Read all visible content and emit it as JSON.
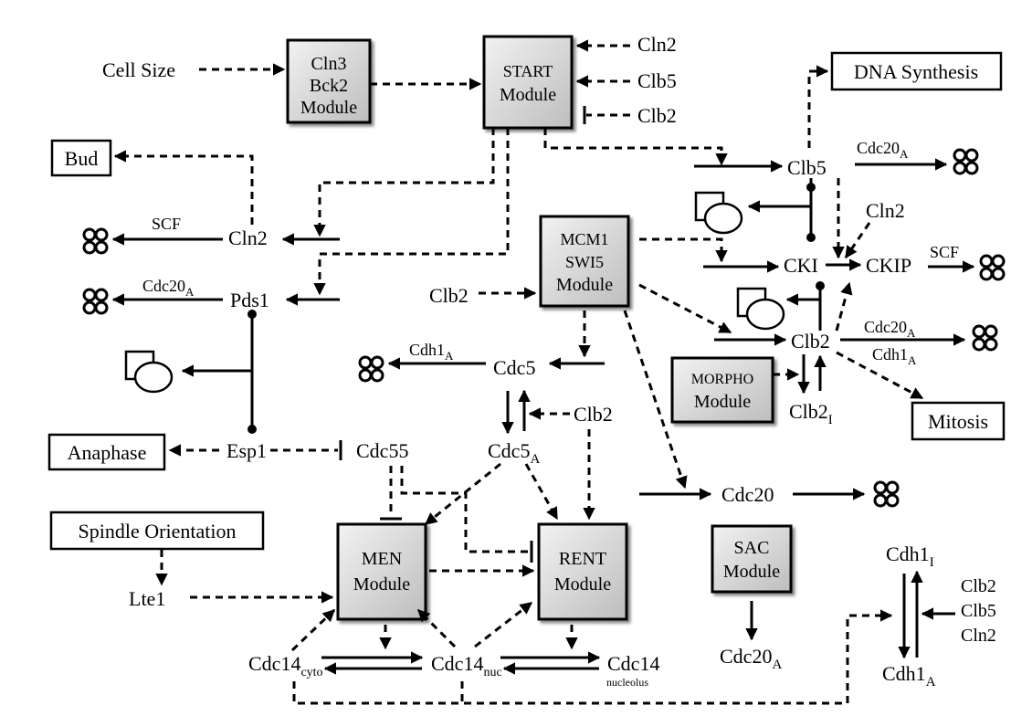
{
  "modules": {
    "cln3": [
      "Cln3",
      "Bck2",
      "Module"
    ],
    "start": [
      "START",
      "Module"
    ],
    "mcm1": [
      "MCM1",
      "SWI5",
      "Module"
    ],
    "morpho": [
      "MORPHO",
      "Module"
    ],
    "men": [
      "MEN",
      "Module"
    ],
    "rent": [
      "RENT",
      "Module"
    ],
    "sac": [
      "SAC",
      "Module"
    ]
  },
  "outputs": {
    "dna": "DNA Synthesis",
    "bud": "Bud",
    "anaphase": "Anaphase",
    "spindle": "Spindle Orientation",
    "mitosis": "Mitosis"
  },
  "species": {
    "cell_size": "Cell Size",
    "cln2_in": "Cln2",
    "clb5_in": "Clb5",
    "clb2_in": "Clb2",
    "clb5": "Clb5",
    "cln2": "Cln2",
    "pds1": "Pds1",
    "cln2_cki": "Cln2",
    "cki": "CKI",
    "ckip": "CKIP",
    "clb2_mcm": "Clb2",
    "clb2": "Clb2",
    "clb2i": "Clb2",
    "clb2i_sub": "I",
    "cdc5": "Cdc5",
    "clb2_cdc5": "Clb2",
    "cdc5a": "Cdc5",
    "cdc5a_sub": "A",
    "esp1": "Esp1",
    "cdc55": "Cdc55",
    "cdc20": "Cdc20",
    "cdc20a": "Cdc20",
    "cdc20a_sub": "A",
    "lte1": "Lte1",
    "cdc14cyto": "Cdc14",
    "cdc14cyto_sub": "cyto",
    "cdc14nuc": "Cdc14",
    "cdc14nuc_sub": "nuc",
    "cdc14nucleolus": "Cdc14",
    "cdc14nucleolus_sub": "nucleolus",
    "cdh1i": "Cdh1",
    "cdh1i_sub": "I",
    "cdh1a": "Cdh1",
    "cdh1a_sub": "A",
    "in_clb2": "Clb2",
    "in_clb5": "Clb5",
    "in_cln2": "Cln2"
  },
  "edge_labels": {
    "cdc20a_clb5": "Cdc20",
    "cdc20a_clb5_sub": "A",
    "scf_cln2": "SCF",
    "cdc20a_pds1": "Cdc20",
    "cdc20a_pds1_sub": "A",
    "scf_ckip": "SCF",
    "cdc20a_clb2": "Cdc20",
    "cdc20a_clb2_sub": "A",
    "cdh1a_clb2": "Cdh1",
    "cdh1a_clb2_sub": "A",
    "cdh1a_cdc5": "Cdh1",
    "cdh1a_cdc5_sub": "A"
  }
}
